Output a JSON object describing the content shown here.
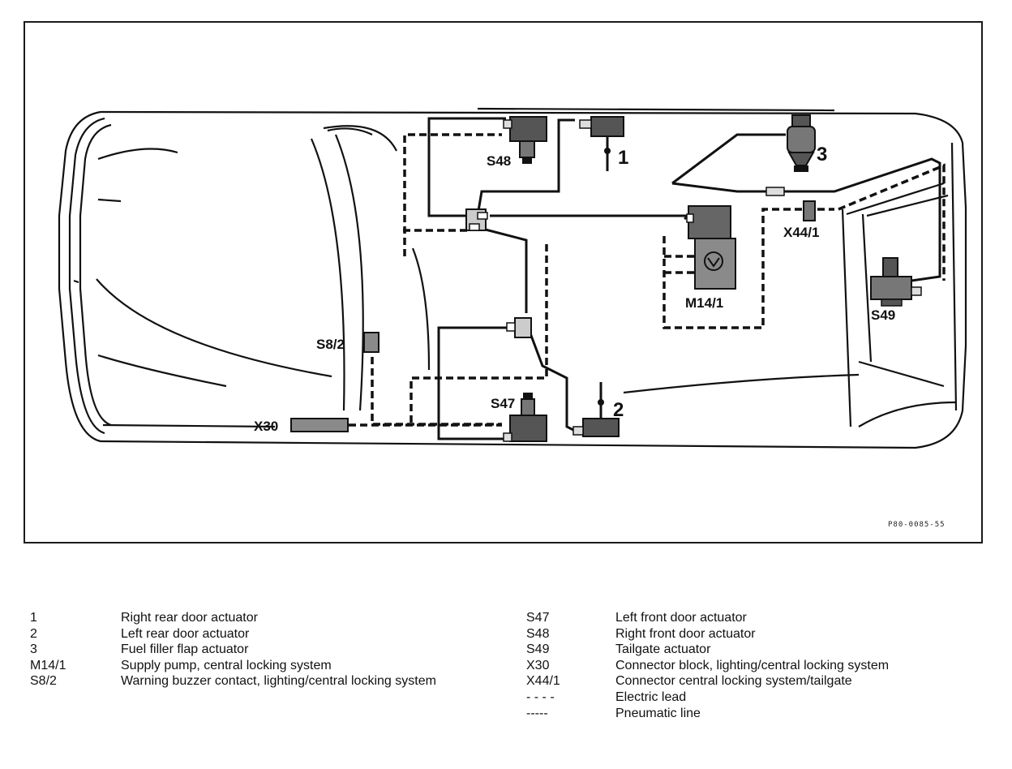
{
  "diagram": {
    "labels": {
      "s48": "S48",
      "one": "1",
      "three": "3",
      "x44_1": "X44/1",
      "m14_1": "M14/1",
      "s49": "S49",
      "s8_2": "S8/2",
      "s47": "S47",
      "two": "2",
      "x30": "X30"
    },
    "ref_code": "P80-0085-55"
  },
  "legend": {
    "left": [
      {
        "code": "1",
        "desc": "Right rear door actuator"
      },
      {
        "code": "2",
        "desc": "Left rear door actuator"
      },
      {
        "code": "3",
        "desc": "Fuel filler flap actuator"
      },
      {
        "code": "M14/1",
        "desc": "Supply pump, central locking system"
      },
      {
        "code": "S8/2",
        "desc": "Warning buzzer contact, lighting/central locking system"
      }
    ],
    "right": [
      {
        "code": "S47",
        "desc": "Left front door actuator"
      },
      {
        "code": "S48",
        "desc": "Right front door actuator"
      },
      {
        "code": "S49",
        "desc": "Tailgate actuator"
      },
      {
        "code": "X30",
        "desc": "Connector block, lighting/central locking system"
      },
      {
        "code": "X44/1",
        "desc": "Connector central locking system/tailgate"
      },
      {
        "code": "- - - -",
        "desc": "Electric lead"
      },
      {
        "code": "-----",
        "desc": "Pneumatic line"
      }
    ]
  },
  "colors": {
    "ink": "#111111",
    "component_fill": "#8a8a8a"
  }
}
